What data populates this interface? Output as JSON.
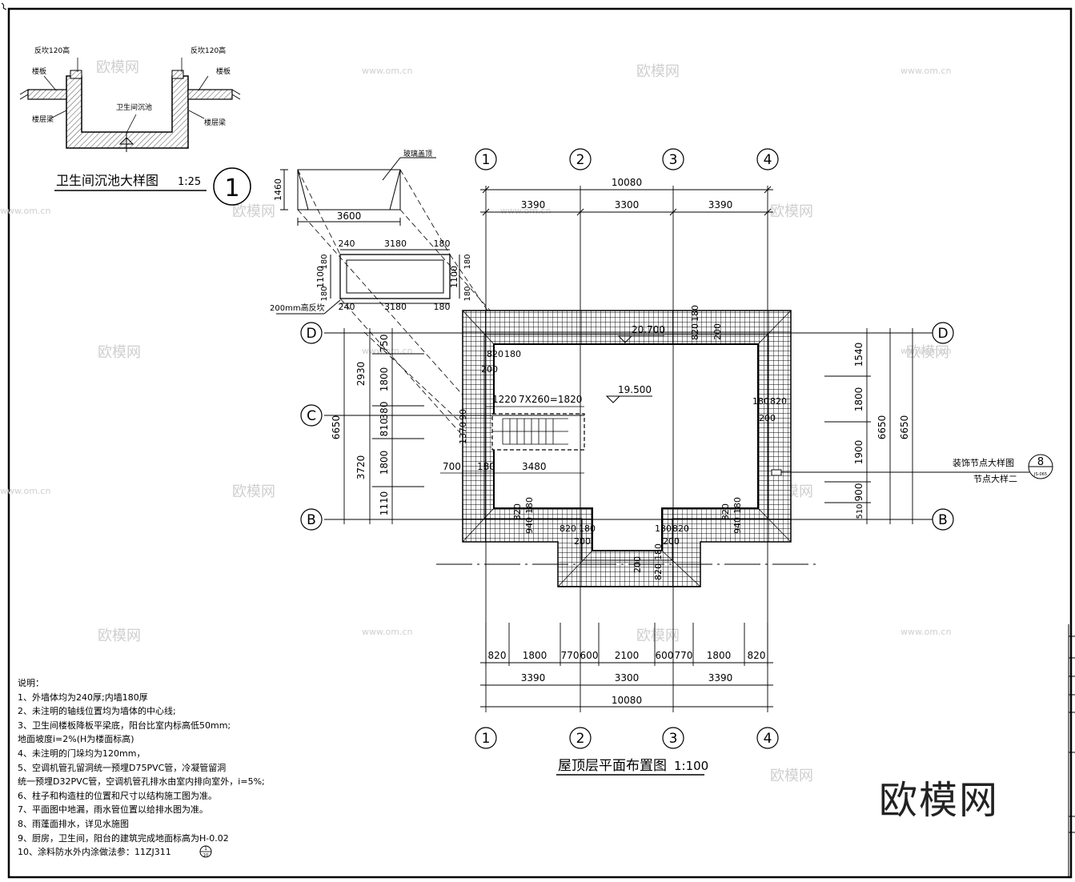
{
  "detail": {
    "title": "卫生间沉池大样图",
    "scale": "1:25",
    "number": "1",
    "labels": {
      "fanban_left": "反坎120高",
      "fanban_right": "反坎120高",
      "louban_left": "楼板",
      "louban_right": "楼板",
      "liang_left": "楼层梁",
      "liang_right": "楼层梁",
      "chenchi": "卫生间沉池"
    }
  },
  "skylight": {
    "glass_label": "玻璃盖顶",
    "height": "1460",
    "width": "3600",
    "top_dims": [
      "240",
      "3180",
      "180"
    ],
    "bottom_dims": [
      "240",
      "3180",
      "180"
    ],
    "left_dims": [
      "180",
      "1100",
      "180"
    ],
    "right_dims": [
      "180",
      "1100",
      "180"
    ],
    "curb_label": "200mm高反坎"
  },
  "plan": {
    "title": "屋顶层平面布置图",
    "scale": "1:100",
    "axes_v": [
      "1",
      "2",
      "3",
      "4"
    ],
    "axes_h": [
      "D",
      "C",
      "B"
    ],
    "top_total": "10080",
    "top_spans": [
      "3390",
      "3300",
      "3390"
    ],
    "bottom_detail": [
      "820",
      "1800",
      "770",
      "600",
      "2100",
      "600",
      "770",
      "1800",
      "820"
    ],
    "bottom_spans": [
      "3390",
      "3300",
      "3390"
    ],
    "bottom_total": "10080",
    "left_outer_total": "6650",
    "left_spans": [
      "2930",
      "3720"
    ],
    "left_detail": [
      "750",
      "1800",
      "380",
      "810",
      "1800",
      "1110"
    ],
    "right_detail": [
      "1540",
      "1800",
      "1900",
      "900",
      "510"
    ],
    "right_totals": [
      "6650",
      "6650"
    ],
    "elev_top": "20.700",
    "elev_floor": "19.500",
    "stair_dims": [
      "1220",
      "7X260=1820"
    ],
    "stair_bottom": [
      "700",
      "180",
      "3480"
    ],
    "stair_left": "1370",
    "parapet_dims": {
      "tl": [
        "820",
        "180",
        "200"
      ],
      "tr": [
        "180",
        "820",
        "200"
      ],
      "top": [
        "180",
        "820",
        "200"
      ],
      "bl": [
        "820",
        "180",
        "200"
      ],
      "br": [
        "180",
        "820",
        "200"
      ],
      "bot": [
        "200",
        "180",
        "820"
      ],
      "lside": [
        "320",
        "940",
        "180"
      ],
      "rside": [
        "320",
        "940",
        "180"
      ],
      "lstair": [
        "90"
      ]
    },
    "callout_text1": "装饰节点大样图",
    "callout_text2": "节点大样二",
    "callout_num": "8",
    "callout_sub": "JS-065"
  },
  "notes": [
    "说明：",
    "1、外墙体均为240厚;内墙180厚",
    "2、未注明的轴线位置均为墙体的中心线;",
    "3、卫生间楼板降板平梁底，阳台比室内标高低50mm;",
    "   地面坡度i=2%(H为楼面标高)",
    "4、未注明的门垛均为120mm，",
    "5、空调机管孔留洞统一预埋D75PVC管，冷凝管留洞",
    "   统一预埋D32PVC管，空调机管孔排水由室内排向室外，i=5%;",
    "6、柱子和构造柱的位置和尺寸以结构施工图为准。",
    "7、平面图中地漏，雨水管位置以给排水图为准。",
    "8、雨蓬面排水，详见水施图",
    "9、厨房，卫生间，阳台的建筑完成地面标高为H-0.02",
    "10、涂料防水外内涂做法参：11ZJ311"
  ],
  "notes_ref": {
    "top": "1",
    "bottom": "10"
  },
  "watermarks": [
    "欧模网",
    "www.om.cn"
  ],
  "brand": "欧模网"
}
